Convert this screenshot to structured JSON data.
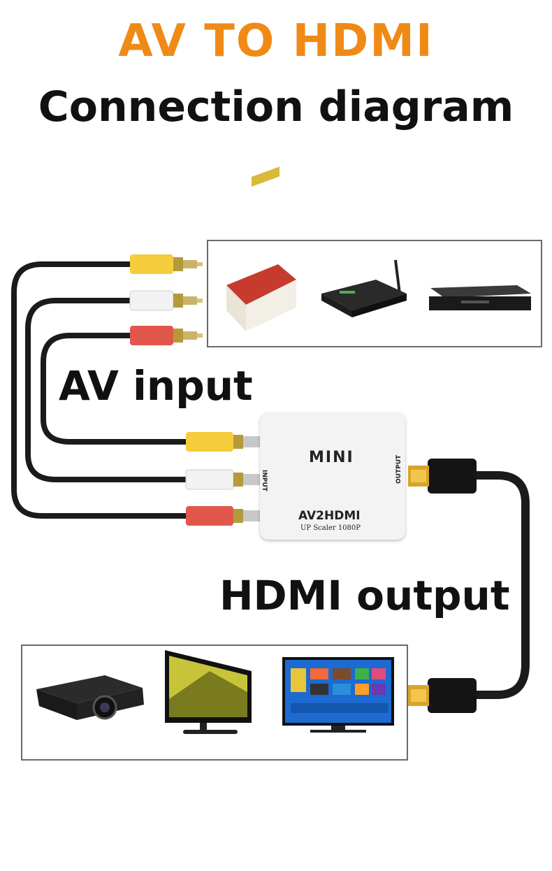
{
  "title": "AV TO HDMI",
  "subtitle": "Connection diagram",
  "labels": {
    "av_input": "AV input",
    "hdmi_output": "HDMI output"
  },
  "converter": {
    "brand": "MINI",
    "model": "AV2HDMI",
    "tagline": "UP Scaler 1080P",
    "input_port": "INPUT",
    "output_port": "OUTPUT"
  },
  "source_devices": [
    "game-console",
    "tv-box",
    "dvd-player"
  ],
  "display_devices": [
    "projector",
    "monitor",
    "tv"
  ],
  "colors": {
    "title": "#f08a16",
    "rca_yellow": "#f5cc3b",
    "rca_white": "#f2f2f2",
    "rca_red": "#e2574b",
    "cable": "#1b1b1b"
  }
}
